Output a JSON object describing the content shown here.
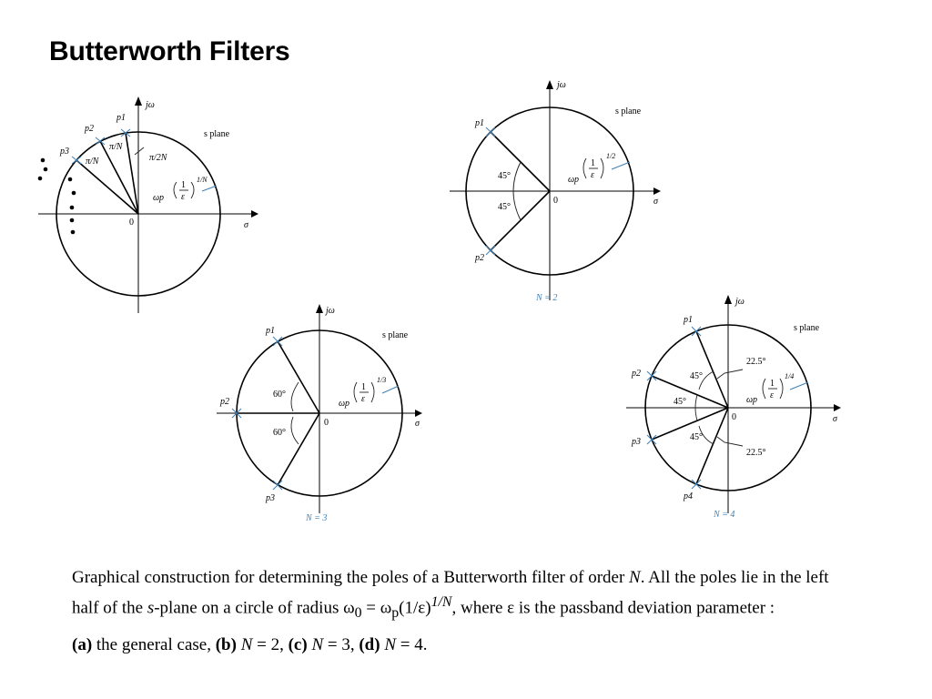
{
  "title": "Butterworth Filters",
  "common": {
    "s_plane": "s plane",
    "jw": "jω",
    "sigma": "σ",
    "origin": "0",
    "wp": "ωp",
    "one": "1",
    "eps": "ε"
  },
  "fig_a": {
    "poles": [
      "p1",
      "p2",
      "p3"
    ],
    "angle_labels": [
      "π/N",
      "π/N",
      "π/2N"
    ],
    "exponent": "1/N"
  },
  "fig_b": {
    "poles": [
      "p1",
      "p2"
    ],
    "angles": [
      "45°",
      "45°"
    ],
    "exponent": "1/2",
    "order_label": "N = 2"
  },
  "fig_c": {
    "poles": [
      "p1",
      "p2",
      "p3"
    ],
    "angles": [
      "60°",
      "60°"
    ],
    "exponent": "1/3",
    "order_label": "N = 3"
  },
  "fig_d": {
    "poles": [
      "p1",
      "p2",
      "p3",
      "p4"
    ],
    "angles": [
      "45°",
      "45°",
      "45°"
    ],
    "offset_angles": [
      "22.5°",
      "22.5°"
    ],
    "exponent": "1/4",
    "order_label": "N = 4"
  },
  "caption": {
    "t1": "Graphical construction for determining the poles of a Butterworth filter of order ",
    "N": "N",
    "t2": ".  All the poles lie in the left half of the ",
    "s": "s",
    "t3": "-plane on a circle of radius ω",
    "sub0": "0",
    "t4": " = ω",
    "subp": "p",
    "t5": "(1/ε)",
    "sup": "1/N",
    "t6": ", where ε is the passband deviation parameter :",
    "a_tag": "(a)",
    "a_text": " the general case,  ",
    "b_tag": "(b)",
    "b_N": " N",
    "b_text": " = 2,  ",
    "c_tag": "(c)",
    "c_N": " N",
    "c_text": " = 3,  ",
    "d_tag": "(d)",
    "d_N": " N",
    "d_text": " = 4."
  }
}
